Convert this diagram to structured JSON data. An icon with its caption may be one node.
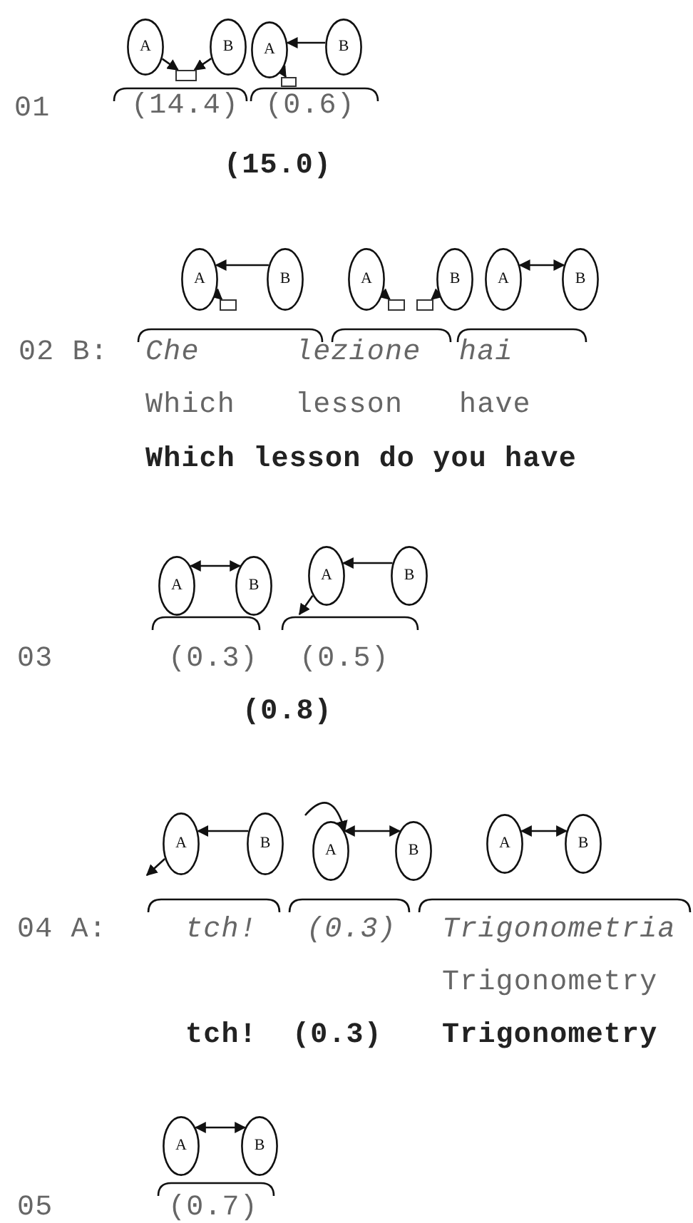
{
  "diagram": {
    "nodes": [
      {
        "text": [
          "A"
        ]
      },
      {
        "text": [],
        "shape": "box"
      },
      {
        "text": [
          "B"
        ]
      },
      {
        "text": [
          "A"
        ]
      },
      {
        "text": [],
        "shape": "box"
      },
      {
        "text": [
          "B"
        ]
      },
      {
        "text": [
          "A"
        ]
      },
      {
        "text": [],
        "shape": "box"
      },
      {
        "text": [
          "B"
        ]
      },
      {
        "text": [
          "A"
        ]
      },
      {
        "text": [],
        "shape": "box"
      },
      {
        "text": [],
        "shape": "box"
      },
      {
        "text": [
          "B"
        ]
      },
      {
        "text": [
          "A"
        ]
      },
      {
        "text": [
          "B"
        ]
      },
      {
        "text": [
          "A"
        ]
      },
      {
        "text": [
          "B"
        ]
      },
      {
        "text": [
          "A"
        ]
      },
      {
        "text": [
          "B"
        ]
      },
      {
        "text": [
          "A"
        ]
      },
      {
        "text": [
          "B"
        ]
      },
      {
        "text": [
          "A"
        ]
      },
      {
        "text": [
          "B"
        ]
      },
      {
        "text": [
          "A"
        ]
      },
      {
        "text": [
          "B"
        ]
      },
      {
        "text": [
          "A"
        ]
      },
      {
        "text": [
          "B"
        ]
      }
    ],
    "edges": [
      {
        "from": 0,
        "to": 1,
        "arrow": "to"
      },
      {
        "from": 2,
        "to": 1,
        "arrow": "to"
      },
      {
        "from": 5,
        "to": 3,
        "arrow": "to"
      },
      {
        "from": 3,
        "to": 4,
        "arrow": "to"
      },
      {
        "from": 8,
        "to": 6,
        "arrow": "to"
      },
      {
        "from": 6,
        "to": 7,
        "arrow": "to"
      },
      {
        "from": 9,
        "to": 10,
        "arrow": "to"
      },
      {
        "from": 12,
        "to": 11,
        "arrow": "to"
      },
      {
        "from": 13,
        "to": 14,
        "arrow": "both"
      },
      {
        "from": 15,
        "to": 16,
        "arrow": "both"
      },
      {
        "from": 18,
        "to": 17,
        "arrow": "to"
      },
      {
        "from": 17,
        "to": null,
        "arrow": "to"
      },
      {
        "from": 20,
        "to": 19,
        "arrow": "to"
      },
      {
        "from": 19,
        "to": null,
        "arrow": "to"
      },
      {
        "from": null,
        "to": 21,
        "arrow": "to"
      },
      {
        "from": 21,
        "to": 22,
        "arrow": "both"
      },
      {
        "from": 23,
        "to": 24,
        "arrow": "both"
      },
      {
        "from": 25,
        "to": 26,
        "arrow": "both"
      }
    ],
    "labels": [
      "01",
      "(14.4)",
      "(0.6)",
      "(15.0)",
      "02 B:",
      "Che",
      "lezione",
      "hai",
      "Which",
      "lesson",
      "have",
      "Which lesson do you have",
      "03",
      "(0.3)",
      "(0.5)",
      "(0.8)",
      "04 A:",
      "tch!",
      "(0.3)",
      "Trigonometria",
      "Trigonometry",
      "tch!",
      "(0.3)",
      "Trigonometry",
      "05",
      "(0.7)"
    ]
  }
}
